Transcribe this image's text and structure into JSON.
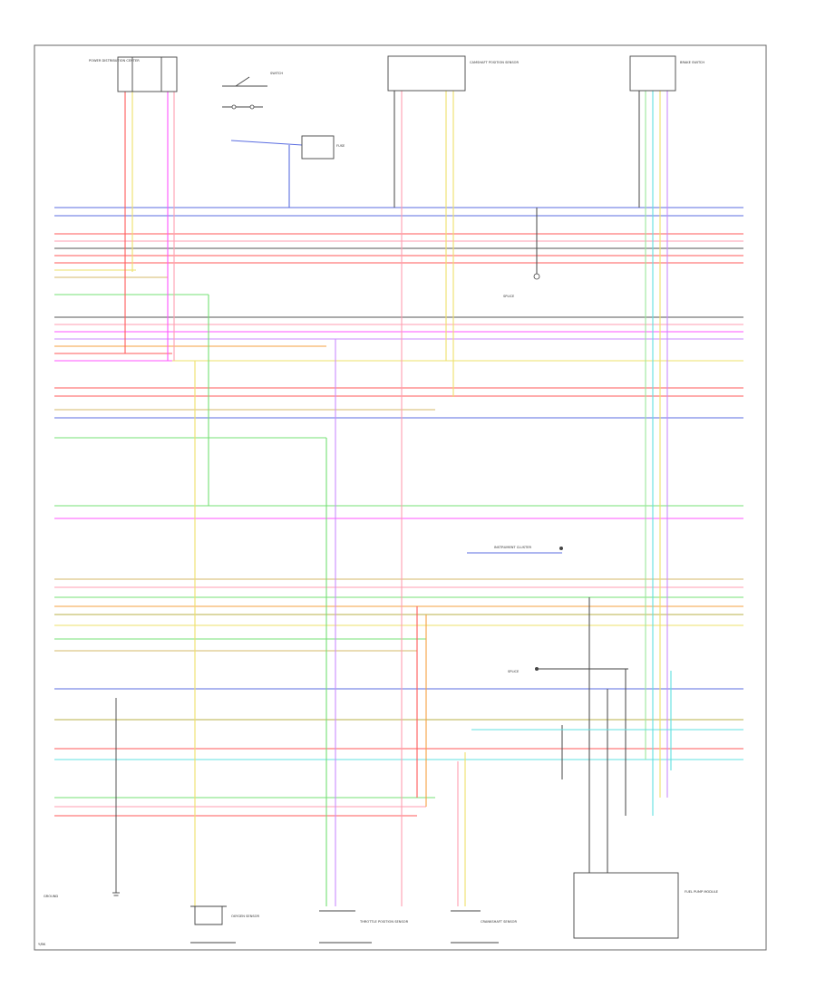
{
  "colors": {
    "blue": "#5b6ee1",
    "red": "#ff5a5a",
    "pink": "#ff9eb1",
    "yellow": "#eee06a",
    "green": "#74e074",
    "magenta": "#ff55ff",
    "orange": "#f6a040",
    "cyan": "#60e0e0",
    "olive": "#b9b24a",
    "violet": "#c98bff",
    "gray": "#555555",
    "lgreen": "#9ce89c",
    "tan": "#d6b86a"
  },
  "components": {
    "power_relay_top": "POWER DISTRIBUTION CENTER",
    "ignition_switch": "SWITCH",
    "fuse": "FUSE",
    "camshaft_sensor": "CAMSHAFT POSITION SENSOR",
    "brake_switch": "BRAKE SWITCH",
    "ground_splice": "SPLICE",
    "instrument_cluster": "INSTRUMENT CLUSTER",
    "dist_splice": "SPLICE",
    "o2_sensor_upstream": "OXYGEN SENSOR",
    "throttle_sensor": "THROTTLE POSITION SENSOR",
    "crank_sensor": "CRANKSHAFT SENSOR",
    "fuel_pump_module": "FUEL PUMP MODULE",
    "ground_note": "GROUND"
  },
  "footer": {
    "code": "Y/BK"
  }
}
